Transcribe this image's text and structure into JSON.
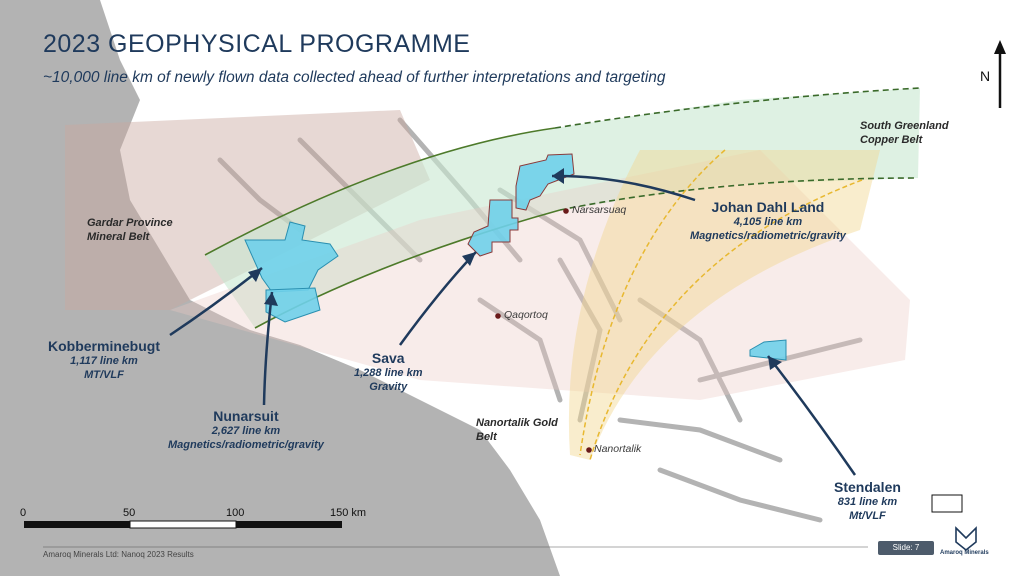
{
  "title": "2023 GEOPHYSICAL PROGRAMME",
  "subtitle": "~10,000 line km of newly flown data collected ahead of further interpretations and targeting",
  "north_label": "N",
  "survey_areas": [
    {
      "name": "Johan Dahl Land",
      "length": "4,105 line km",
      "method": "Magnetics/radiometric/gravity"
    },
    {
      "name": "Kobberminebugt",
      "length": "1,117 line km",
      "method": "MT/VLF"
    },
    {
      "name": "Sava",
      "length": "1,288 line km",
      "method": "Gravity"
    },
    {
      "name": "Nunarsuit",
      "length": "2,627 line km",
      "method": "Magnetics/radiometric/gravity"
    },
    {
      "name": "Stendalen",
      "length": "831 line km",
      "method": "Mt/VLF"
    }
  ],
  "belts": [
    {
      "line1": "South Greenland",
      "line2": "Copper Belt"
    },
    {
      "line1": "Gardar Province",
      "line2": "Mineral Belt"
    },
    {
      "line1": "Nanortalik Gold",
      "line2": "Belt"
    }
  ],
  "towns": [
    "Narsarsuaq",
    "Qaqortoq",
    "Nanortalik"
  ],
  "scale": {
    "ticks": [
      "0",
      "50",
      "100",
      "150 km"
    ]
  },
  "footer": "Amaroq Minerals Ltd: Nanoq 2023 Results",
  "slide_number": "Slide: 7",
  "logo_text": "Amaroq Minerals",
  "colors": {
    "title": "#1f3a5c",
    "survey_fill": "#6fd0ea",
    "copper_belt": "#c8e8d0",
    "gold_belt": "#f2d890",
    "gardar_belt": "#c9a8a0"
  }
}
